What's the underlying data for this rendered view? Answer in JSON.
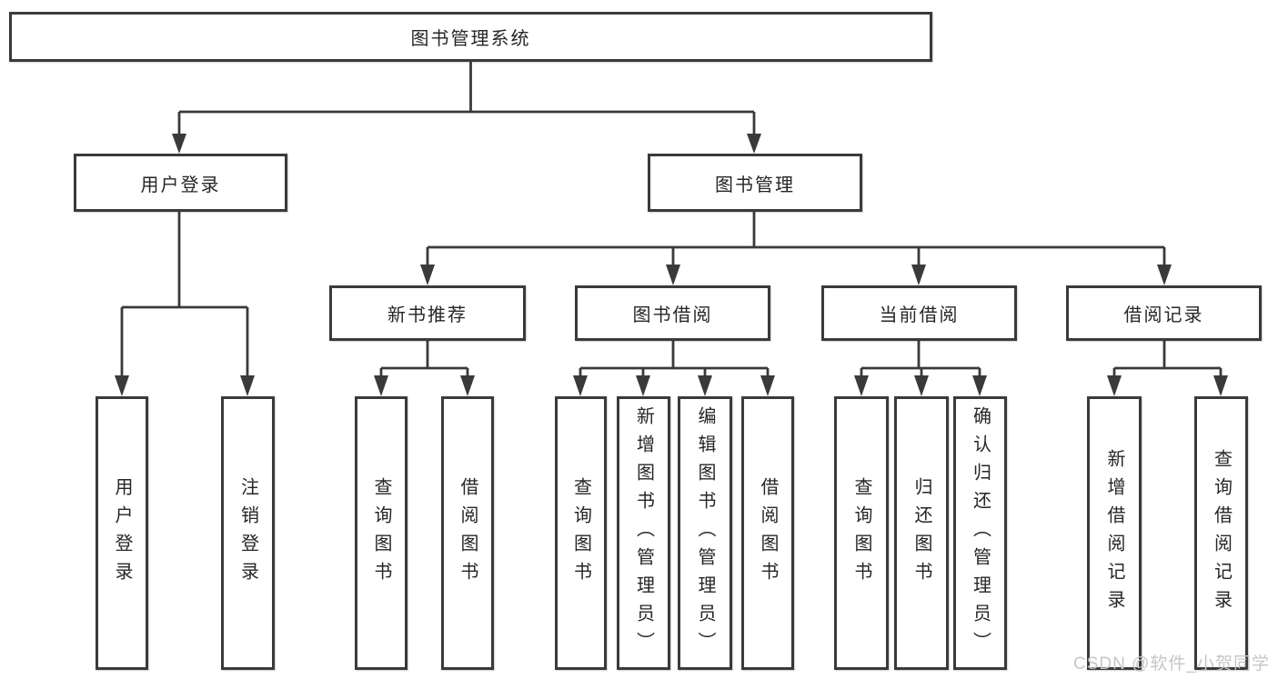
{
  "tree": {
    "label": "图书管理系统",
    "children": [
      {
        "label": "用户登录",
        "children": [
          {
            "label": "用户登录"
          },
          {
            "label": "注销登录"
          }
        ]
      },
      {
        "label": "图书管理",
        "children": [
          {
            "label": "新书推荐",
            "children": [
              {
                "label": "查询图书"
              },
              {
                "label": "借阅图书"
              }
            ]
          },
          {
            "label": "图书借阅",
            "children": [
              {
                "label": "查询图书"
              },
              {
                "label": "新增图书（管理员）"
              },
              {
                "label": "编辑图书（管理员）"
              },
              {
                "label": "借阅图书"
              }
            ]
          },
          {
            "label": "当前借阅",
            "children": [
              {
                "label": "查询图书"
              },
              {
                "label": "归还图书"
              },
              {
                "label": "确认归还（管理员）"
              }
            ]
          },
          {
            "label": "借阅记录",
            "children": [
              {
                "label": "新增借阅记录"
              },
              {
                "label": "查询借阅记录"
              }
            ]
          }
        ]
      }
    ]
  },
  "watermark": {
    "text": "CSDN @软件_小贺同学"
  },
  "colors": {
    "line": "#3a3a3a",
    "box_border": "#3a3a3a",
    "text": "#262626",
    "watermark": "#c6c6c6",
    "background": "#ffffff"
  }
}
